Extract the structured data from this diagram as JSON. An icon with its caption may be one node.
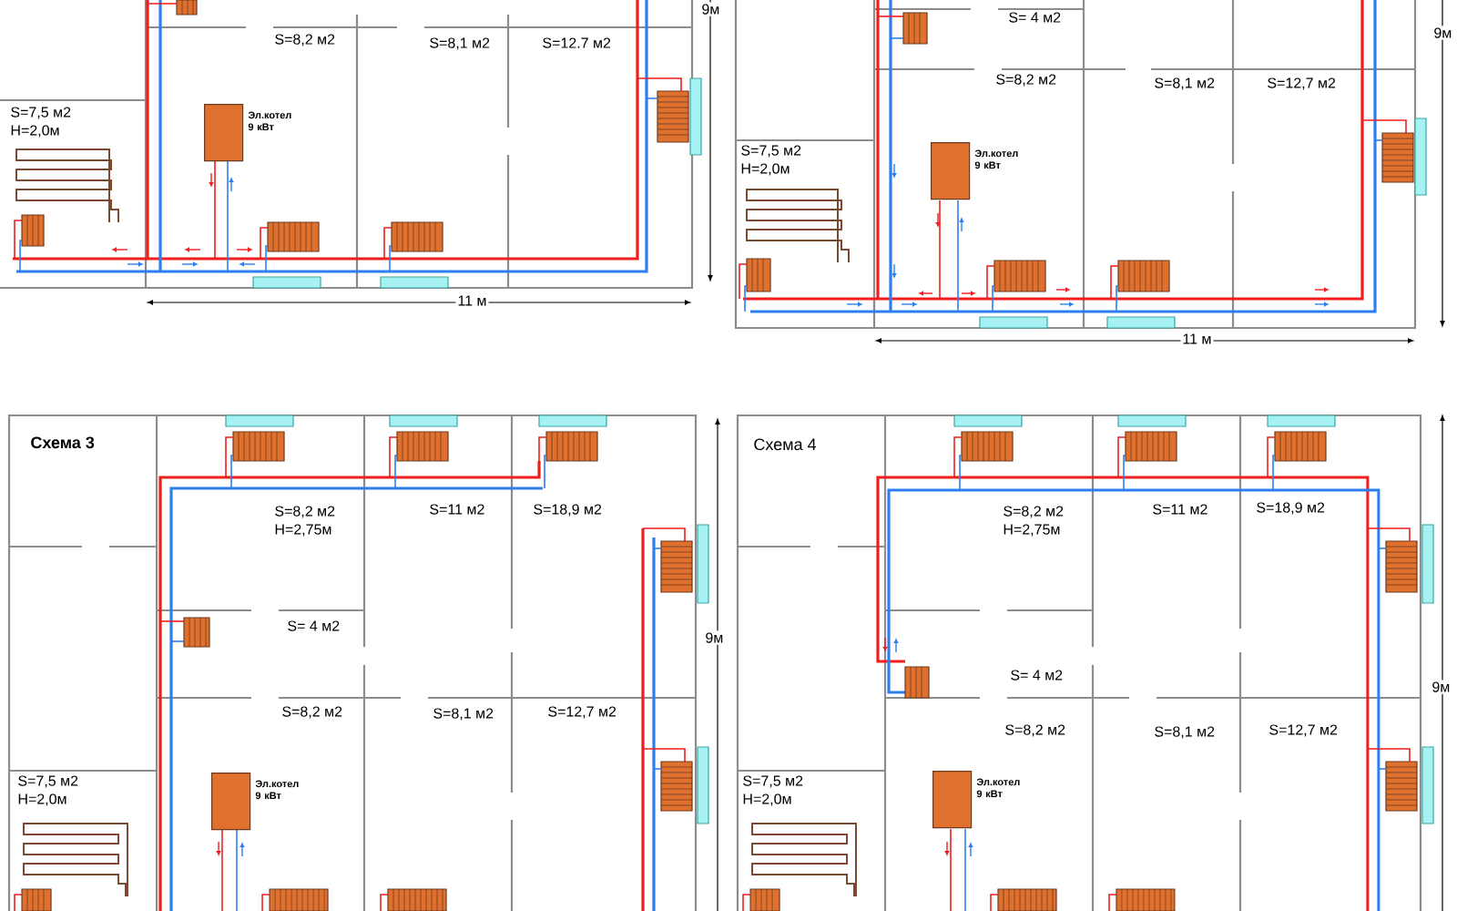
{
  "diagram": {
    "nodes": [
      {
        "text": [],
        "shape": "box",
        "beside": [
          "Эл.котел 9 кВт"
        ]
      },
      {
        "text": [],
        "shape": "box",
        "beside": [
          "Эл.котел 9 кВт"
        ]
      },
      {
        "text": [],
        "shape": "box",
        "beside": [
          "Эл.котел 9 кВт"
        ]
      },
      {
        "text": [],
        "shape": "box",
        "beside": [
          "Эл.котел 9 кВт"
        ]
      }
    ],
    "labels": [
      "9м",
      "S=8,2 м2",
      "S=8,1 м2",
      "S=12.7 м2",
      "S=7,5 м2",
      "H=2,0м",
      "11 м",
      "S= 4 м2",
      "9м",
      "S=8,2 м2",
      "S=8,1 м2",
      "S=12,7 м2",
      "S=7,5 м2",
      "H=2,0м",
      "11 м",
      "Схема 3",
      "S=8,2 м2",
      "H=2,75м",
      "S=11 м2",
      "S=18,9 м2",
      "S= 4 м2",
      "9м",
      "S=8,2 м2",
      "S=8,1 м2",
      "S=12,7 м2",
      "S=7,5 м2",
      "H=2,0м",
      "Схема 4",
      "S=8,2 м2",
      "H=2,75м",
      "S=11 м2",
      "S=18,9 м2",
      "S= 4 м2",
      "9м",
      "S=8,2 м2",
      "S=8,1 м2",
      "S=12,7 м2",
      "S=7,5 м2",
      "H=2,0м"
    ]
  }
}
